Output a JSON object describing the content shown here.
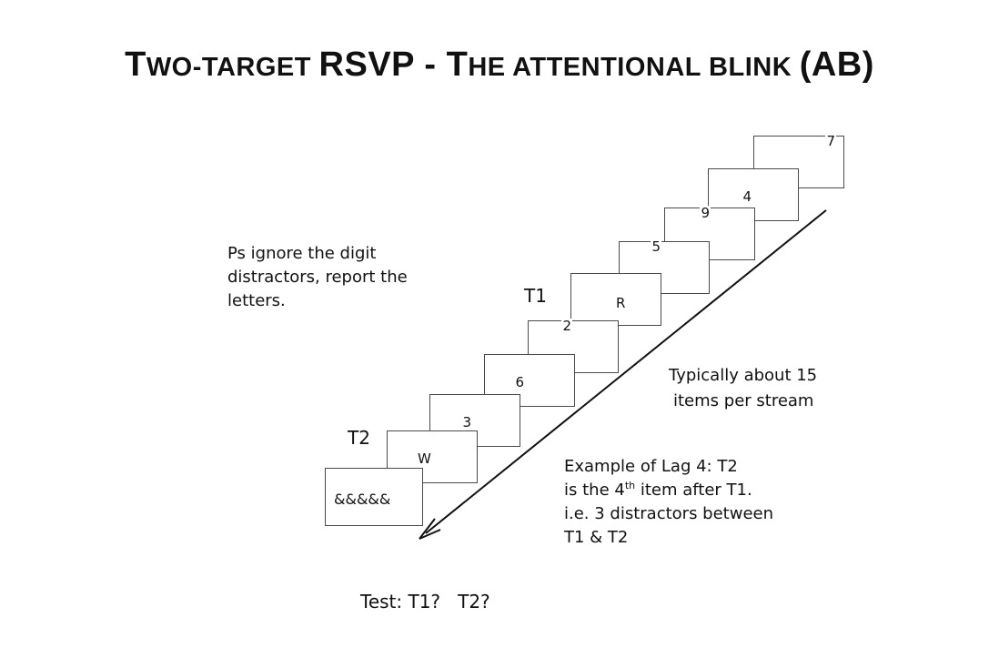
{
  "title": {
    "t": "T",
    "wo": "WO",
    "target": "-TARGET ",
    "rsvp": "RSVP",
    "dash": " - T",
    "he": "HE ATTENTIONAL BLINK ",
    "ab": "(AB)"
  },
  "instructions": {
    "line1": "Ps ignore the digit",
    "line2": "distractors, report the",
    "line3": "letters."
  },
  "targets": {
    "t1": "T1",
    "t2": "T2"
  },
  "stream": [
    "&&&&&",
    "W",
    "3",
    "6",
    "2",
    "R",
    "5",
    "9",
    "4",
    "7"
  ],
  "typical": {
    "line1": "Typically about 15",
    "line2": "items per stream"
  },
  "example": {
    "line1": "Example of Lag 4: T2",
    "line2_pre": "is the 4",
    "line2_sup": "th",
    "line2_post": " item after T1.",
    "line3": "i.e. 3 distractors between",
    "line4": "T1 & T2"
  },
  "test": "Test: T1?   T2?"
}
